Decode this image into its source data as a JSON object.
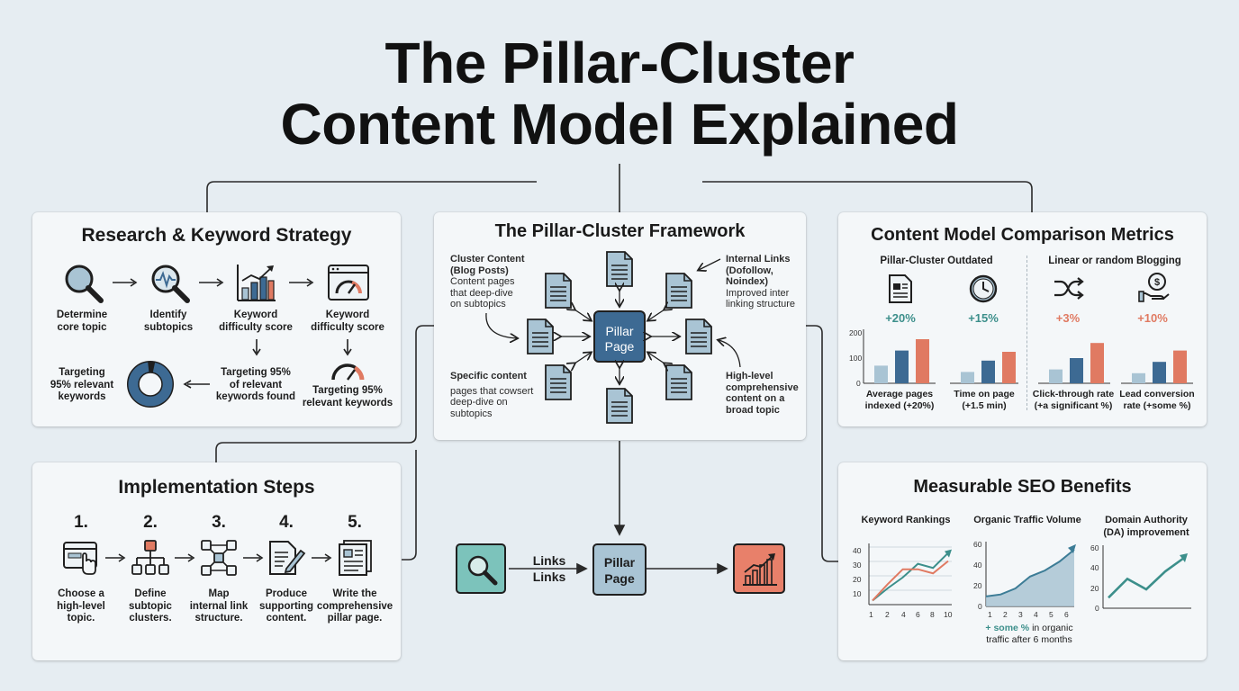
{
  "title": {
    "line1": "The Pillar-Cluster",
    "line2": "Content Model Explained"
  },
  "research": {
    "title": "Research & Keyword Strategy",
    "step1": [
      "Determine",
      "core topic"
    ],
    "step2": [
      "Identify",
      "subtopics"
    ],
    "step3": [
      "Keyword",
      "difficulty score"
    ],
    "step4": [
      "Keyword",
      "difficulty score"
    ],
    "out1": [
      "Targeting",
      "95% relevant",
      "keywords"
    ],
    "out2": [
      "Targeting 95%",
      "of relevant",
      "keywords found"
    ],
    "out3": [
      "Targeting 95%",
      "relevant keywords"
    ]
  },
  "framework": {
    "title": "The Pillar-Cluster Framework",
    "pillar": [
      "Pillar",
      "Page"
    ],
    "tl_title": [
      "Cluster Content",
      "(Blog Posts)"
    ],
    "tl_body": [
      "Content pages",
      "that deep-dive",
      "on subtopics"
    ],
    "tr_title": [
      "Internal Links",
      "(Dofollow,",
      "Noindex)"
    ],
    "tr_body": [
      "Improved inter",
      "linking structure"
    ],
    "bl_title": [
      "Specific content"
    ],
    "bl_body": [
      "pages that cowsert",
      "deep-dive on",
      "subtopics"
    ],
    "br_title": [
      "High-level",
      "comprehensive",
      "content on a",
      "broad topic"
    ]
  },
  "metrics": {
    "title": "Content Model Comparison Metrics",
    "group1": "Pillar-Cluster Outdated",
    "group2": "Linear or random Blogging",
    "items": [
      {
        "pct": "+20%",
        "label": [
          "Average pages",
          "indexed (+20%)"
        ],
        "icon": "document-icon"
      },
      {
        "pct": "+15%",
        "label": [
          "Time on page",
          "(+1.5 min)"
        ],
        "icon": "clock-icon"
      },
      {
        "pct": "+3%",
        "label": [
          "Click-through rate",
          "(+a significant %)"
        ],
        "icon": "shuffle-icon"
      },
      {
        "pct": "+10%",
        "label": [
          "Lead conversion",
          "rate (+some %)"
        ],
        "icon": "money-hand-icon"
      }
    ],
    "y_ticks": [
      "200",
      "100",
      "0"
    ]
  },
  "implementation": {
    "title": "Implementation Steps",
    "steps": [
      {
        "num": "1.",
        "label": [
          "Choose a",
          "high-level",
          "topic."
        ]
      },
      {
        "num": "2.",
        "label": [
          "Define",
          "subtopic",
          "clusters."
        ]
      },
      {
        "num": "3.",
        "label": [
          "Map",
          "internal link",
          "structure."
        ]
      },
      {
        "num": "4.",
        "label": [
          "Produce",
          "supporting",
          "content."
        ]
      },
      {
        "num": "5.",
        "label": [
          "Write the",
          "comprehensive",
          "pillar page."
        ]
      }
    ]
  },
  "flow": {
    "links1": "Links",
    "links2": "Links",
    "pillar": [
      "Pillar",
      "Page"
    ]
  },
  "benefits": {
    "title": "Measurable SEO Benefits",
    "kr_title": "Keyword Rankings",
    "kr_y": [
      "40",
      "30",
      "20",
      "10"
    ],
    "kr_x": [
      "1",
      "2",
      "4",
      "6",
      "8",
      "10"
    ],
    "ot_title": "Organic Traffic Volume",
    "ot_y": [
      "60",
      "40",
      "20",
      "0"
    ],
    "ot_x": [
      "1",
      "2",
      "3",
      "4",
      "5",
      "6"
    ],
    "ot_note_strong": "+ some %",
    "ot_note": [
      "in organic",
      "traffic after 6 months"
    ],
    "da_title": [
      "Domain Authority",
      "(DA) improvement"
    ],
    "da_y": [
      "60",
      "40",
      "20",
      "0"
    ]
  },
  "colors": {
    "teal": "#3c8f8b",
    "coral": "#e07a62",
    "blue": "#3d6a93",
    "lightblue": "#a9c4d4",
    "ink": "#1c1c1c"
  },
  "chart_data": [
    {
      "type": "bar",
      "title": "Average pages indexed (+20%)",
      "categories": [
        "",
        "",
        ""
      ],
      "values": [
        70,
        130,
        175
      ],
      "ylim": [
        0,
        200
      ]
    },
    {
      "type": "bar",
      "title": "Time on page (+1.5 min)",
      "categories": [
        "",
        "",
        ""
      ],
      "values": [
        45,
        90,
        125
      ],
      "ylim": [
        0,
        200
      ]
    },
    {
      "type": "bar",
      "title": "Click-through rate (+a significant %)",
      "categories": [
        "",
        "",
        ""
      ],
      "values": [
        55,
        100,
        160
      ],
      "ylim": [
        0,
        200
      ]
    },
    {
      "type": "bar",
      "title": "Lead conversion rate (+some %)",
      "categories": [
        "",
        "",
        ""
      ],
      "values": [
        40,
        85,
        130
      ],
      "ylim": [
        0,
        200
      ]
    },
    {
      "type": "line",
      "title": "Keyword Rankings",
      "x": [
        1,
        2,
        4,
        6,
        8,
        10
      ],
      "series": [
        {
          "values": [
            3,
            12,
            20,
            30,
            27,
            38
          ]
        },
        {
          "values": [
            3,
            15,
            26,
            26,
            23,
            32
          ]
        }
      ],
      "ylim": [
        0,
        45
      ]
    },
    {
      "type": "area",
      "title": "Organic Traffic Volume",
      "x": [
        1,
        2,
        3,
        4,
        5,
        6
      ],
      "values": [
        10,
        12,
        18,
        30,
        36,
        45,
        57
      ],
      "ylim": [
        0,
        65
      ]
    },
    {
      "type": "line",
      "title": "Domain Authority (DA) improvement",
      "x": [
        1,
        2,
        3,
        4,
        5
      ],
      "values": [
        10,
        28,
        18,
        35,
        48
      ],
      "ylim": [
        0,
        60
      ]
    }
  ]
}
